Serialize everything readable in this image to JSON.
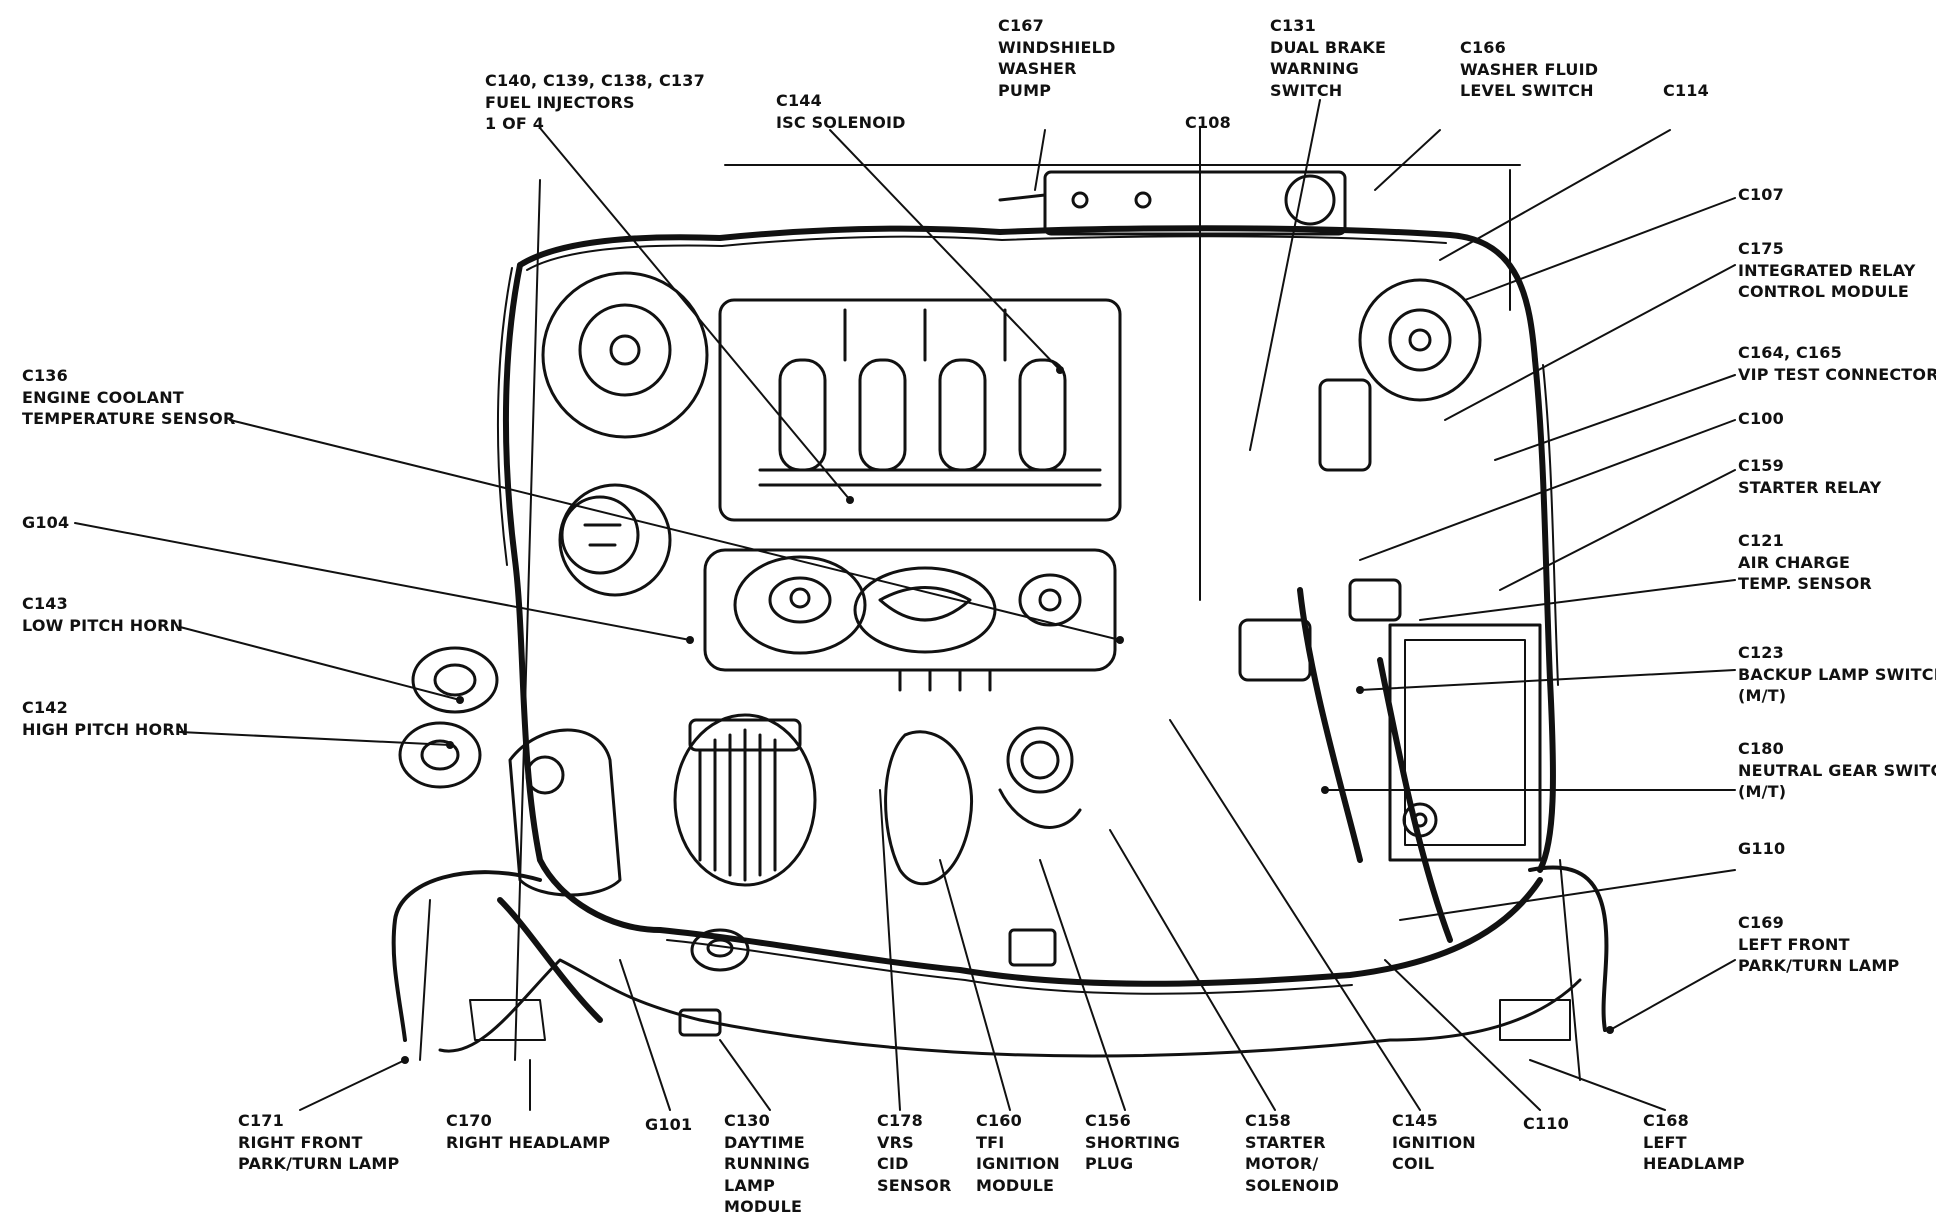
{
  "colors": {
    "ink": "#111111",
    "background": "#ffffff"
  },
  "labels": {
    "c167": [
      "C167",
      "WINDSHIELD",
      "WASHER",
      "PUMP"
    ],
    "c131": [
      "C131",
      "DUAL BRAKE",
      "WARNING",
      "SWITCH"
    ],
    "c166": [
      "C166",
      "WASHER FLUID",
      "LEVEL SWITCH"
    ],
    "c114": [
      "C114"
    ],
    "c140": [
      "C140, C139, C138, C137",
      "FUEL INJECTORS",
      "1 OF 4"
    ],
    "c144": [
      "C144",
      "ISC SOLENOID"
    ],
    "c108": [
      "C108"
    ],
    "c107": [
      "C107"
    ],
    "c175": [
      "C175",
      "INTEGRATED RELAY",
      "CONTROL MODULE"
    ],
    "c164": [
      "C164, C165",
      "VIP TEST CONNECTORS"
    ],
    "c100": [
      "C100"
    ],
    "c159": [
      "C159",
      "STARTER RELAY"
    ],
    "c121": [
      "C121",
      "AIR CHARGE",
      "TEMP. SENSOR"
    ],
    "c123": [
      "C123",
      "BACKUP LAMP SWITCH",
      "(M/T)"
    ],
    "c180": [
      "C180",
      "NEUTRAL GEAR SWITCH",
      "(M/T)"
    ],
    "g110": [
      "G110"
    ],
    "c169": [
      "C169",
      "LEFT FRONT",
      "PARK/TURN LAMP"
    ],
    "c136": [
      "C136",
      "ENGINE COOLANT",
      "TEMPERATURE SENSOR"
    ],
    "g104": [
      "G104"
    ],
    "c143": [
      "C143",
      "LOW PITCH HORN"
    ],
    "c142": [
      "C142",
      "HIGH PITCH HORN"
    ],
    "c171": [
      "C171",
      "RIGHT FRONT",
      "PARK/TURN LAMP"
    ],
    "c170": [
      "C170",
      "RIGHT HEADLAMP"
    ],
    "g101": [
      "G101"
    ],
    "c130": [
      "C130",
      "DAYTIME",
      "RUNNING",
      "LAMP",
      "MODULE"
    ],
    "c178": [
      "C178",
      "VRS",
      "CID",
      "SENSOR"
    ],
    "c160": [
      "C160",
      "TFI",
      "IGNITION",
      "MODULE"
    ],
    "c156": [
      "C156",
      "SHORTING",
      "PLUG"
    ],
    "c158": [
      "C158",
      "STARTER",
      "MOTOR/",
      "SOLENOID"
    ],
    "c145": [
      "C145",
      "IGNITION",
      "COIL"
    ],
    "c110": [
      "C110"
    ],
    "c168": [
      "C168",
      "LEFT",
      "HEADLAMP"
    ]
  },
  "component_icons": [
    "engine-compartment-drawing"
  ]
}
